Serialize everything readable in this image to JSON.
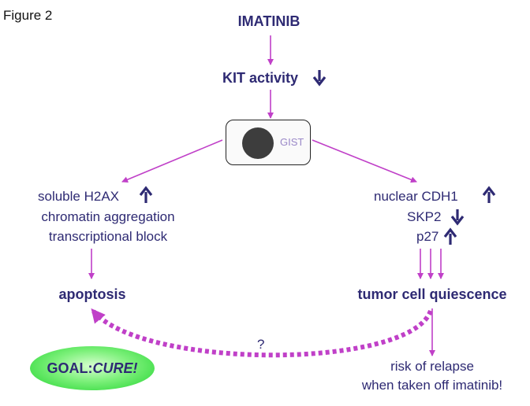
{
  "figure_label": "Figure 2",
  "drug": "IMATINIB",
  "kit_activity": "KIT activity",
  "cell_label": "GIST",
  "left_branch": {
    "line1": "soluble H2AX",
    "line2": "chromatin aggregation",
    "line3": "transcriptional block",
    "outcome": "apoptosis"
  },
  "right_branch": {
    "line1": "nuclear CDH1",
    "line2": "SKP2",
    "line3": "p27",
    "outcome": "tumor cell quiescence",
    "relapse_line1": "risk of relapse",
    "relapse_line2": "when taken off imatinib!"
  },
  "question_mark": "?",
  "goal": {
    "prefix": "GOAL:",
    "emphasis": "CURE!"
  },
  "colors": {
    "text": "#2e2a73",
    "arrow": "#c040c8",
    "goal_green": "#22d62e"
  }
}
